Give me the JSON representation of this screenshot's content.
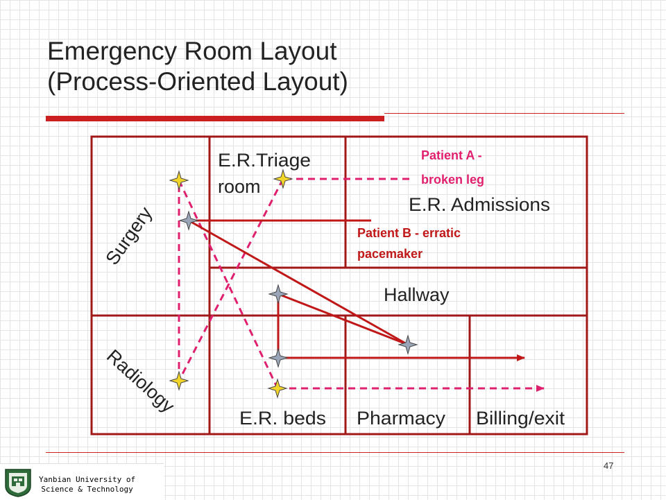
{
  "slide": {
    "title_line1": "Emergency Room Layout",
    "title_line2": "(Process-Oriented Layout)",
    "page_number": "47"
  },
  "footer": {
    "institution_line1": "Yanbian University of",
    "institution_line2": "Science & Technology"
  },
  "diagram": {
    "rooms": {
      "triage_line1": "E.R.Triage",
      "triage_line2": "room",
      "admissions": "E.R. Admissions",
      "surgery": "Surgery",
      "radiology": "Radiology",
      "hallway": "Hallway",
      "er_beds": "E.R. beds",
      "pharmacy": "Pharmacy",
      "billing": "Billing/exit"
    },
    "patient_a_line1": "Patient A -",
    "patient_a_line2": "broken leg",
    "patient_b_line1": "Patient B - erratic",
    "patient_b_line2": "pacemaker",
    "colors": {
      "wall": "#a01818",
      "patient_a": "#e0206e",
      "patient_b": "#c01818",
      "star_a": "#f2d52a",
      "star_b": "#9aa6b8"
    }
  }
}
